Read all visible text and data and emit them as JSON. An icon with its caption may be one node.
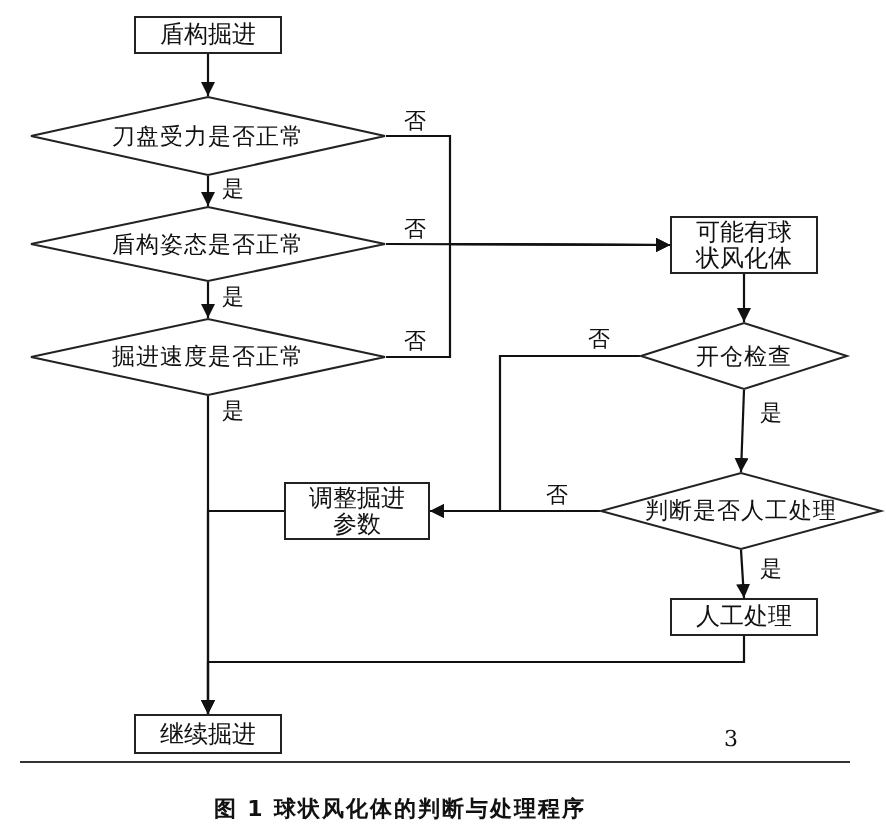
{
  "diagram": {
    "caption": "图 1 球状风化体的判断与处理程序",
    "nodes": [
      {
        "text": [
          "盾构掘进"
        ]
      },
      {
        "text": [
          "刀盘受力是否正常"
        ]
      },
      {
        "text": [
          "盾构姿态是否正常"
        ]
      },
      {
        "text": [
          "掘进速度是否正常"
        ]
      },
      {
        "text": [
          "可能有球状风化体"
        ]
      },
      {
        "text": [
          "开仓检查"
        ]
      },
      {
        "text": [
          "判断是否人工处理"
        ]
      },
      {
        "text": [
          "调整掘进参数"
        ]
      },
      {
        "text": [
          "人工处理"
        ]
      },
      {
        "text": [
          "继续掘进"
        ]
      }
    ],
    "edges": [
      {
        "from": 0,
        "to": 1,
        "arrow": "to"
      },
      {
        "from": 1,
        "to": 2,
        "arrow": "to",
        "label": "是"
      },
      {
        "from": 2,
        "to": 3,
        "arrow": "to",
        "label": "是"
      },
      {
        "from": 3,
        "to": 9,
        "arrow": "to",
        "label": "是"
      },
      {
        "from": 1,
        "to": 4,
        "arrow": "to",
        "label": "否"
      },
      {
        "from": 2,
        "to": 4,
        "arrow": "to",
        "label": "否"
      },
      {
        "from": 3,
        "to": 4,
        "arrow": "to",
        "label": "否"
      },
      {
        "from": 4,
        "to": 5,
        "arrow": "to"
      },
      {
        "from": 5,
        "to": 6,
        "arrow": "to",
        "label": "是"
      },
      {
        "from": 5,
        "to": 7,
        "arrow": "to",
        "label": "否"
      },
      {
        "from": 6,
        "to": 7,
        "arrow": "to",
        "label": "否"
      },
      {
        "from": 6,
        "to": 8,
        "arrow": "to",
        "label": "是"
      },
      {
        "from": 7,
        "to": 9,
        "arrow": "to"
      },
      {
        "from": 8,
        "to": 9,
        "arrow": "to"
      }
    ],
    "labels": [
      "3"
    ]
  }
}
